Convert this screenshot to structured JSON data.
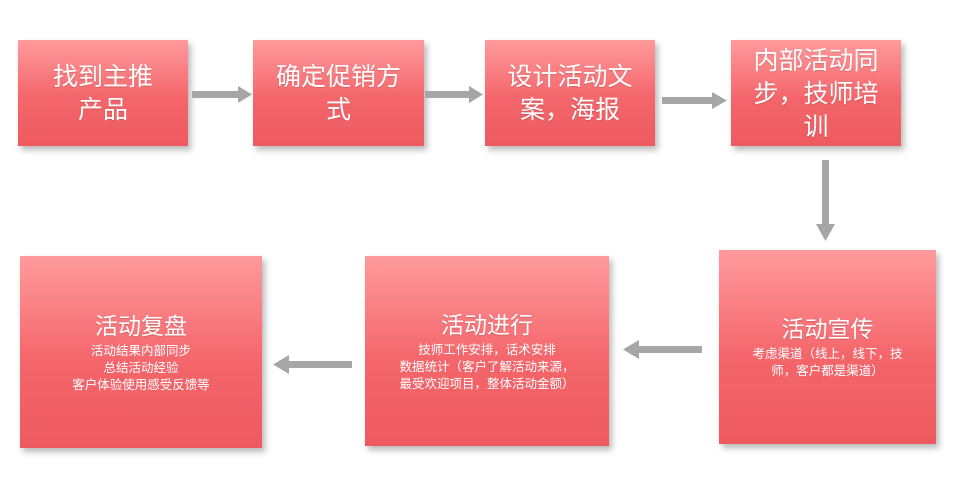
{
  "steps": {
    "s1": "找到主推\n产品",
    "s2": "确定促销方\n式",
    "s3": "设计活动文\n案，海报",
    "s4": "内部活动同\n步，技师培\n训",
    "s5": {
      "title": "活动宣传",
      "desc": "考虑渠道（线上，线下，技\n师，客户都是渠道）"
    },
    "s6": {
      "title": "活动进行",
      "desc": "技师工作安排，话术安排\n数据统计（客户了解活动来源，\n最受欢迎项目，整体活动金额）"
    },
    "s7": {
      "title": "活动复盘",
      "desc": "活动结果内部同步\n总结活动经验\n客户体验使用感受反馈等"
    }
  },
  "colors": {
    "box_top": "#ff9a9c",
    "box_bottom": "#ee5a60",
    "arrow": "#a6a6a6"
  }
}
